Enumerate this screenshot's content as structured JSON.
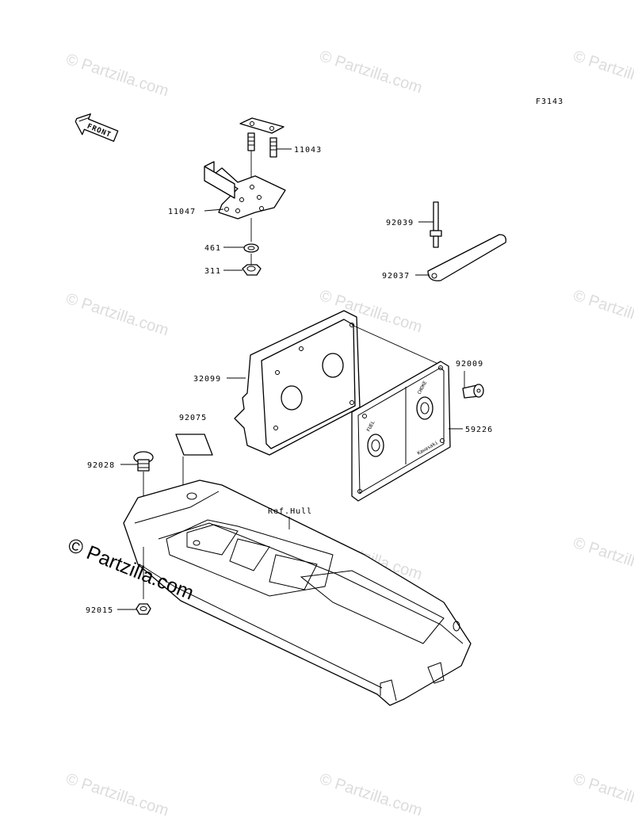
{
  "figure_code": "F3143",
  "front_label": "FRONT",
  "hull_reference": "Ref.Hull",
  "panel_text": {
    "fuel": "FUEL",
    "choke": "CHOKE",
    "brand": "Kawasaki"
  },
  "watermark": {
    "text": "© Partzilla.com"
  },
  "parts": [
    {
      "number": "11043"
    },
    {
      "number": "11047"
    },
    {
      "number": "461"
    },
    {
      "number": "311"
    },
    {
      "number": "92039"
    },
    {
      "number": "92037"
    },
    {
      "number": "32099"
    },
    {
      "number": "92009"
    },
    {
      "number": "59226"
    },
    {
      "number": "92075"
    },
    {
      "number": "92028"
    },
    {
      "number": "92015"
    }
  ]
}
